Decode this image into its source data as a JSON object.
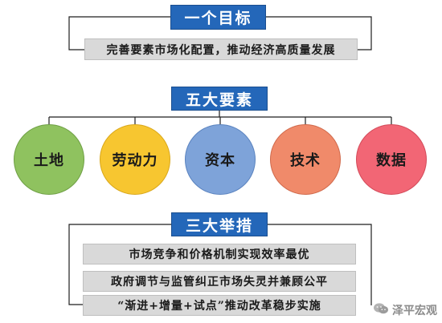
{
  "goal": {
    "title": "一个目标",
    "text": "完善要素市场化配置，推动经济高质量发展"
  },
  "factors": {
    "title": "五大要素",
    "items": [
      {
        "label": "土地",
        "color": "#8fc25f",
        "border": "#6e9f44"
      },
      {
        "label": "劳动力",
        "color": "#f7c630",
        "border": "#d9a71a"
      },
      {
        "label": "资本",
        "color": "#7ea3d9",
        "border": "#5a83bf"
      },
      {
        "label": "技术",
        "color": "#f08a6a",
        "border": "#d0694b"
      },
      {
        "label": "数据",
        "color": "#f26675",
        "border": "#d34a59"
      }
    ]
  },
  "measures": {
    "title": "三大举措",
    "items": [
      "市场竞争和价格机制实现效率最优",
      "政府调节与监管纠正市场失灵并兼顾公平",
      "“渐进+增量+试点”推动改革稳步实施"
    ]
  },
  "watermark": {
    "text": "泽平宏观",
    "icon": "wechat-icon"
  }
}
